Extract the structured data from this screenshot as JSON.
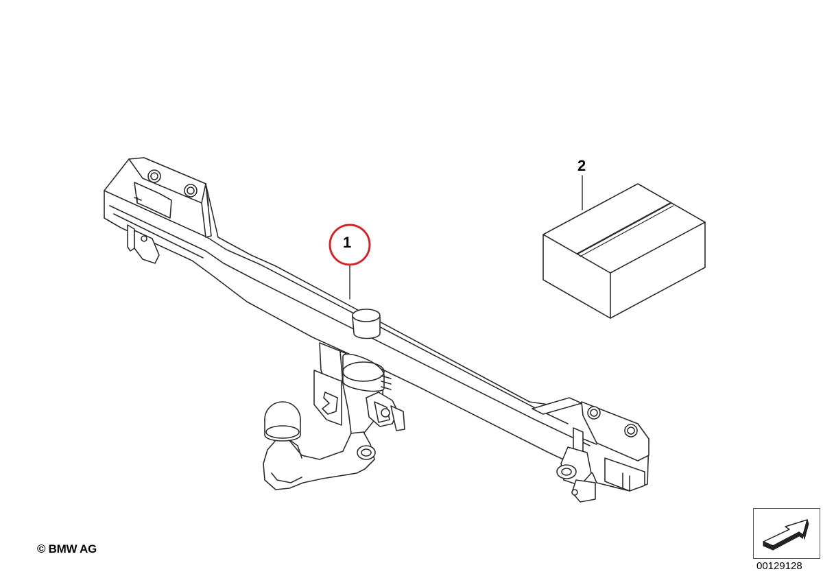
{
  "diagram": {
    "callouts": [
      {
        "id": "1",
        "label": "1",
        "highlighted": true,
        "highlight_color": "#d0242b"
      },
      {
        "id": "2",
        "label": "2",
        "highlighted": false
      }
    ],
    "copyright": "© BMW AG",
    "diagram_number": "00129128",
    "nav_icon": "arrow-next-icon"
  },
  "colors": {
    "line": "#2b2b2b",
    "fill": "#ffffff",
    "highlight": "#d0242b"
  }
}
